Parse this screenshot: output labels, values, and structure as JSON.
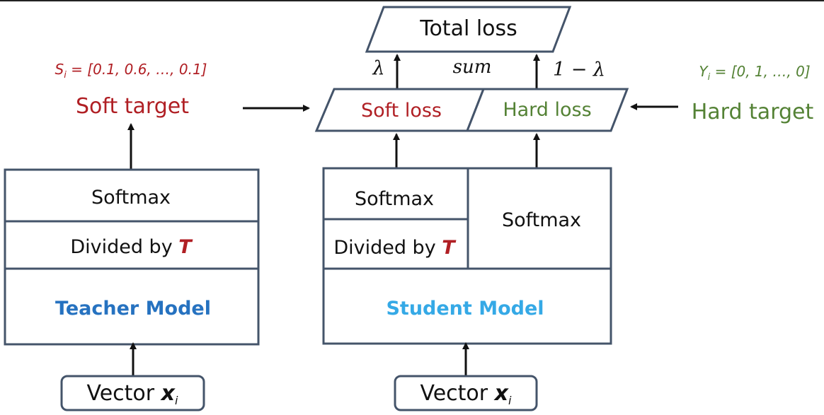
{
  "top": {
    "total_loss": "Total loss",
    "lambda": "λ",
    "sum": "sum",
    "one_minus_lambda": "1 − λ"
  },
  "losses": {
    "soft_loss": "Soft loss",
    "hard_loss": "Hard loss"
  },
  "teacher": {
    "soft_target_formula_prefix": "S",
    "soft_target_formula_sub": "i",
    "soft_target_formula_value": " = [0.1, 0.6, …, 0.1]",
    "soft_target": "Soft target",
    "softmax": "Softmax",
    "divided_by": "Divided by ",
    "temperature": "T",
    "model": "Teacher Model",
    "input_prefix": "Vector ",
    "input_var": "x",
    "input_sub": "i"
  },
  "student": {
    "softmax_left": "Softmax",
    "divided_by": "Divided by ",
    "temperature": "T",
    "softmax_right": "Softmax",
    "model": "Student Model",
    "input_prefix": "Vector ",
    "input_var": "x",
    "input_sub": "i"
  },
  "hard": {
    "hard_target_formula_prefix": "Y",
    "hard_target_formula_sub": "i",
    "hard_target_formula_value": " = [0, 1, …, 0]",
    "hard_target": "Hard target"
  },
  "colors": {
    "red": "#b01f24",
    "green": "#548235",
    "teacher_blue": "#2672c0",
    "student_blue": "#35a9e6",
    "box_stroke": "#44546a"
  }
}
